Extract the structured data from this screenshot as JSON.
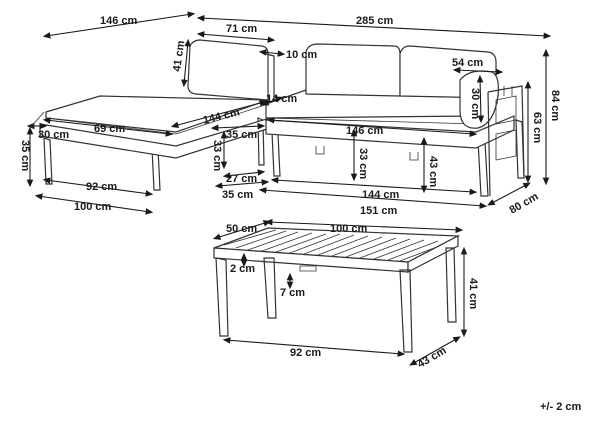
{
  "dimensions": {
    "set_length": "285 cm",
    "lounger_length": "146 cm",
    "backrest_width": "71 cm",
    "armrest_width": "10 cm",
    "back_height": "41 cm",
    "backrest_cushion_depth": "30 cm",
    "seat_depth": "69 cm",
    "frame_height": "35 cm",
    "lounger_base_length": "92 cm",
    "lounger_width": "100 cm",
    "side_depth": "144 cm",
    "side_cushion_depth": "35 cm",
    "seat_height_left": "33 cm",
    "gap_depth": "27 cm",
    "inner_side_depth": "35 cm",
    "sofa_seat_length": "146 cm",
    "sofa_seat_height": "33 cm",
    "sofa_frame_height": "43 cm",
    "sofa_length_inner": "144 cm",
    "sofa_length": "151 cm",
    "sofa_depth": "80 cm",
    "pillow_width": "54 cm",
    "pillow_height": "30 cm",
    "sofa_back_height": "63 cm",
    "sofa_total_height": "84 cm",
    "table_depth": "50 cm",
    "table_length": "100 cm",
    "table_top_thickness": "2 cm",
    "table_apron": "7 cm",
    "table_height": "41 cm",
    "table_leg_span": "92 cm",
    "table_leg_depth": "43 cm"
  },
  "tolerance": "+/- 2 cm"
}
